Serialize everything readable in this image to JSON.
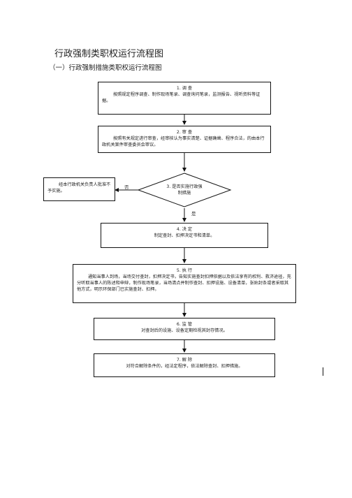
{
  "page": {
    "title": "行政强制类职权运行流程图",
    "subtitle": "（一）行政强制措施类职权运行流程图"
  },
  "steps": [
    {
      "heading": "1. 调  查",
      "text": "按照规定程序调查、制作现场笔录、调查询问笔录，监测报告、视听资料等证据。"
    },
    {
      "heading": "2. 审  查",
      "text": "按照有关规定进行审查，经审核认为事实清楚、证据确凿、程序合法，的由本行政机关案件审查委员会审议。"
    },
    {
      "heading": "4. 决  定",
      "text": "制定查封、扣押决定书和清单。"
    },
    {
      "heading": "5. 执  行",
      "text": "通知当事人到场，当场交付查封，扣押决定书，告知实施查封扣押依据以及依法享有的权利、救济途径，充分听取当事人的陈述和申辩，制作现场笔录，当场清点并制作查封、扣押设施、设备清单，张贴封条或者采取其他方式，明示环保部门已实施查封、扣押。"
    },
    {
      "heading": "6. 监  管",
      "text": "对查封后的设施、设备定期检视其封存情况。"
    },
    {
      "heading": "7. 解  除",
      "text": "对符合解除条件的，经法定程序，依法解除查封、扣押措施。"
    }
  ],
  "decision": {
    "line1": "3. 是否实施行政强",
    "line2": "制措施",
    "no_label": "否",
    "yes_label": "是"
  },
  "side_box": {
    "text": "经本行政机关负责人批准不予实施。"
  }
}
